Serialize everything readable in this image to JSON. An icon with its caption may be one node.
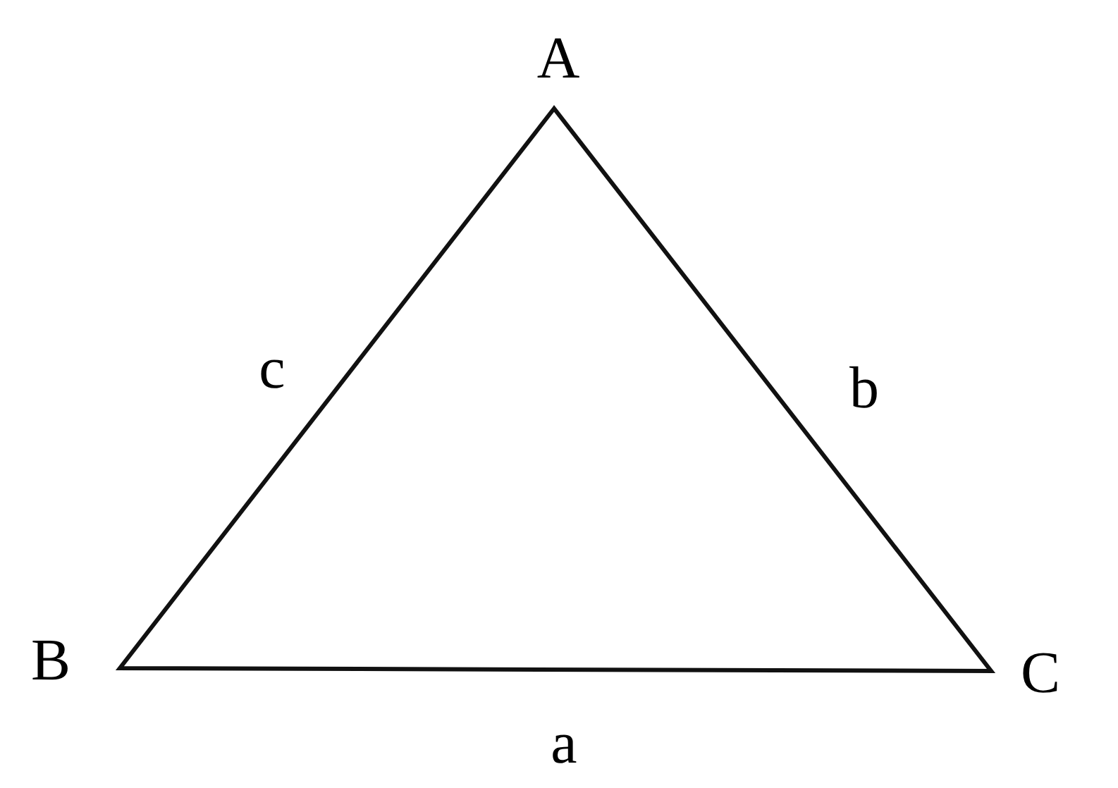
{
  "diagram": {
    "labels": [
      "A",
      "c",
      "b",
      "B",
      "C",
      "a"
    ]
  }
}
